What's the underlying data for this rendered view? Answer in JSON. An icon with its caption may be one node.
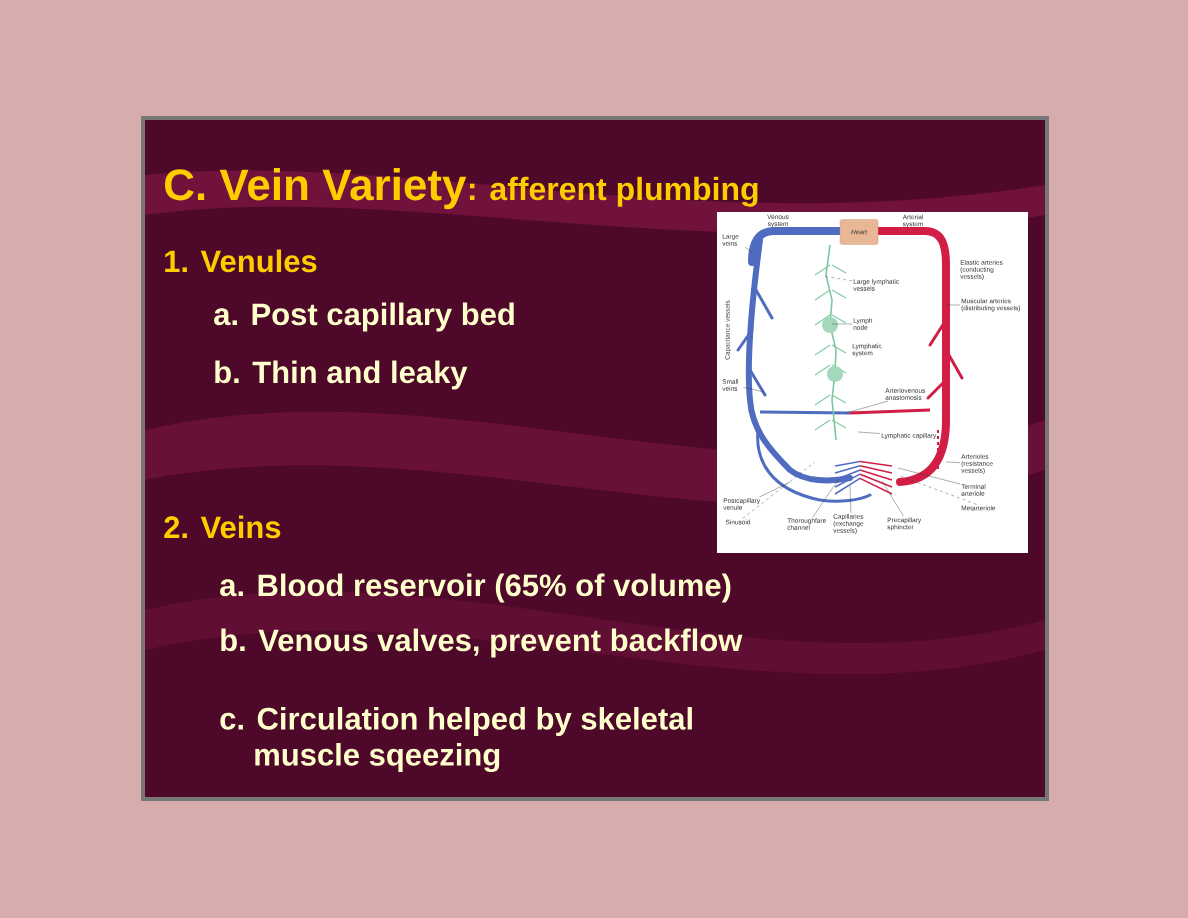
{
  "diagram": {
    "title": "C. Vein Variety",
    "nodes": [
      {
        "text": [
          "Heart"
        ]
      },
      {
        "text": [
          "Large veins"
        ]
      },
      {
        "text": [
          "Large lymphatic vessels"
        ]
      },
      {
        "text": [
          "Lymph node"
        ]
      },
      {
        "text": [
          "Muscular arteries (distributing vessels)"
        ]
      },
      {
        "text": [
          "Small veins"
        ]
      },
      {
        "text": [
          "Arteriovenous anastomosis"
        ]
      },
      {
        "text": [
          "Lymphatic capillary"
        ]
      },
      {
        "text": [
          "Arterioles (resistance vessels)"
        ]
      },
      {
        "text": [
          "Terminal arteriole"
        ]
      },
      {
        "text": [
          "Metarteriole"
        ]
      },
      {
        "text": [
          "Postcapillary venule"
        ]
      },
      {
        "text": [
          "Sinusoid"
        ]
      },
      {
        "text": [
          "Thoroughfare channel"
        ]
      },
      {
        "text": [
          "Capillaries (exchange vessels)"
        ]
      },
      {
        "text": [
          "Precapillary sphincter"
        ]
      }
    ],
    "edges": [
      {
        "from": 1,
        "to": null,
        "arrow": "none"
      },
      {
        "from": 2,
        "to": null,
        "arrow": "none",
        "style": "dashed"
      },
      {
        "from": 3,
        "to": null,
        "arrow": "none"
      },
      {
        "from": 4,
        "to": null,
        "arrow": "none"
      },
      {
        "from": 5,
        "to": null,
        "arrow": "none"
      },
      {
        "from": 6,
        "to": null,
        "arrow": "none"
      },
      {
        "from": 7,
        "to": null,
        "arrow": "none"
      },
      {
        "from": 8,
        "to": null,
        "arrow": "none"
      },
      {
        "from": 9,
        "to": null,
        "arrow": "none"
      },
      {
        "from": 10,
        "to": null,
        "arrow": "none",
        "style": "dashed"
      },
      {
        "from": 11,
        "to": null,
        "arrow": "none"
      },
      {
        "from": 12,
        "to": null,
        "arrow": "none",
        "style": "dashed"
      },
      {
        "from": 13,
        "to": null,
        "arrow": "none"
      },
      {
        "from": 14,
        "to": null,
        "arrow": "none"
      },
      {
        "from": 15,
        "to": null,
        "arrow": "none"
      }
    ],
    "labels": [
      ": afferent plumbing",
      "1. Venules",
      "a. Post capillary bed",
      "b. Thin and leaky",
      "Venous system",
      "Arterial system",
      "Capacitance vessels",
      "Elastic arteries (conducting vessels)",
      "Lymphatic system",
      "2. Veins",
      "a. Blood reservoir (65% of volume)",
      "b. Venous valves, prevent backflow",
      "c. Circulation helped by skeletal muscle sqeezing"
    ]
  }
}
